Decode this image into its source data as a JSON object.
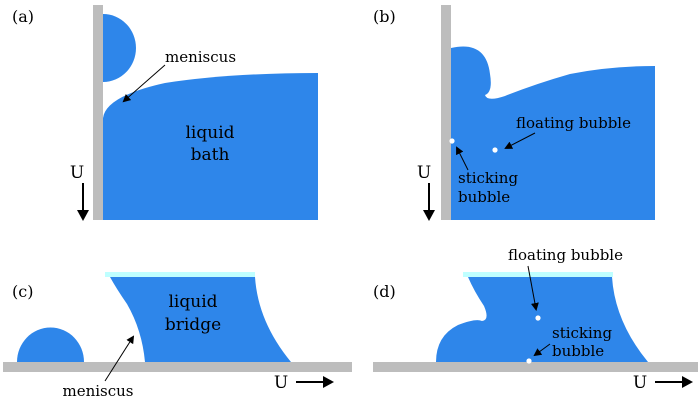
{
  "colors": {
    "liquid": "#2e86ea",
    "wall": "#bdbdbd",
    "plate": "#bfffff",
    "bubble": "#ffffff",
    "text": "#000000"
  },
  "panels": {
    "a": {
      "label": "(a)",
      "meniscus_label": "meniscus",
      "bath_label_line1": "liquid",
      "bath_label_line2": "bath",
      "velocity_label": "U"
    },
    "b": {
      "label": "(b)",
      "floating_label": "floating bubble",
      "sticking_label_line1": "sticking",
      "sticking_label_line2": "bubble",
      "velocity_label": "U"
    },
    "c": {
      "label": "(c)",
      "bridge_label_line1": "liquid",
      "bridge_label_line2": "bridge",
      "meniscus_label": "meniscus",
      "velocity_label": "U"
    },
    "d": {
      "label": "(d)",
      "floating_label": "floating bubble",
      "sticking_label_line1": "sticking",
      "sticking_label_line2": "bubble",
      "velocity_label": "U"
    }
  }
}
